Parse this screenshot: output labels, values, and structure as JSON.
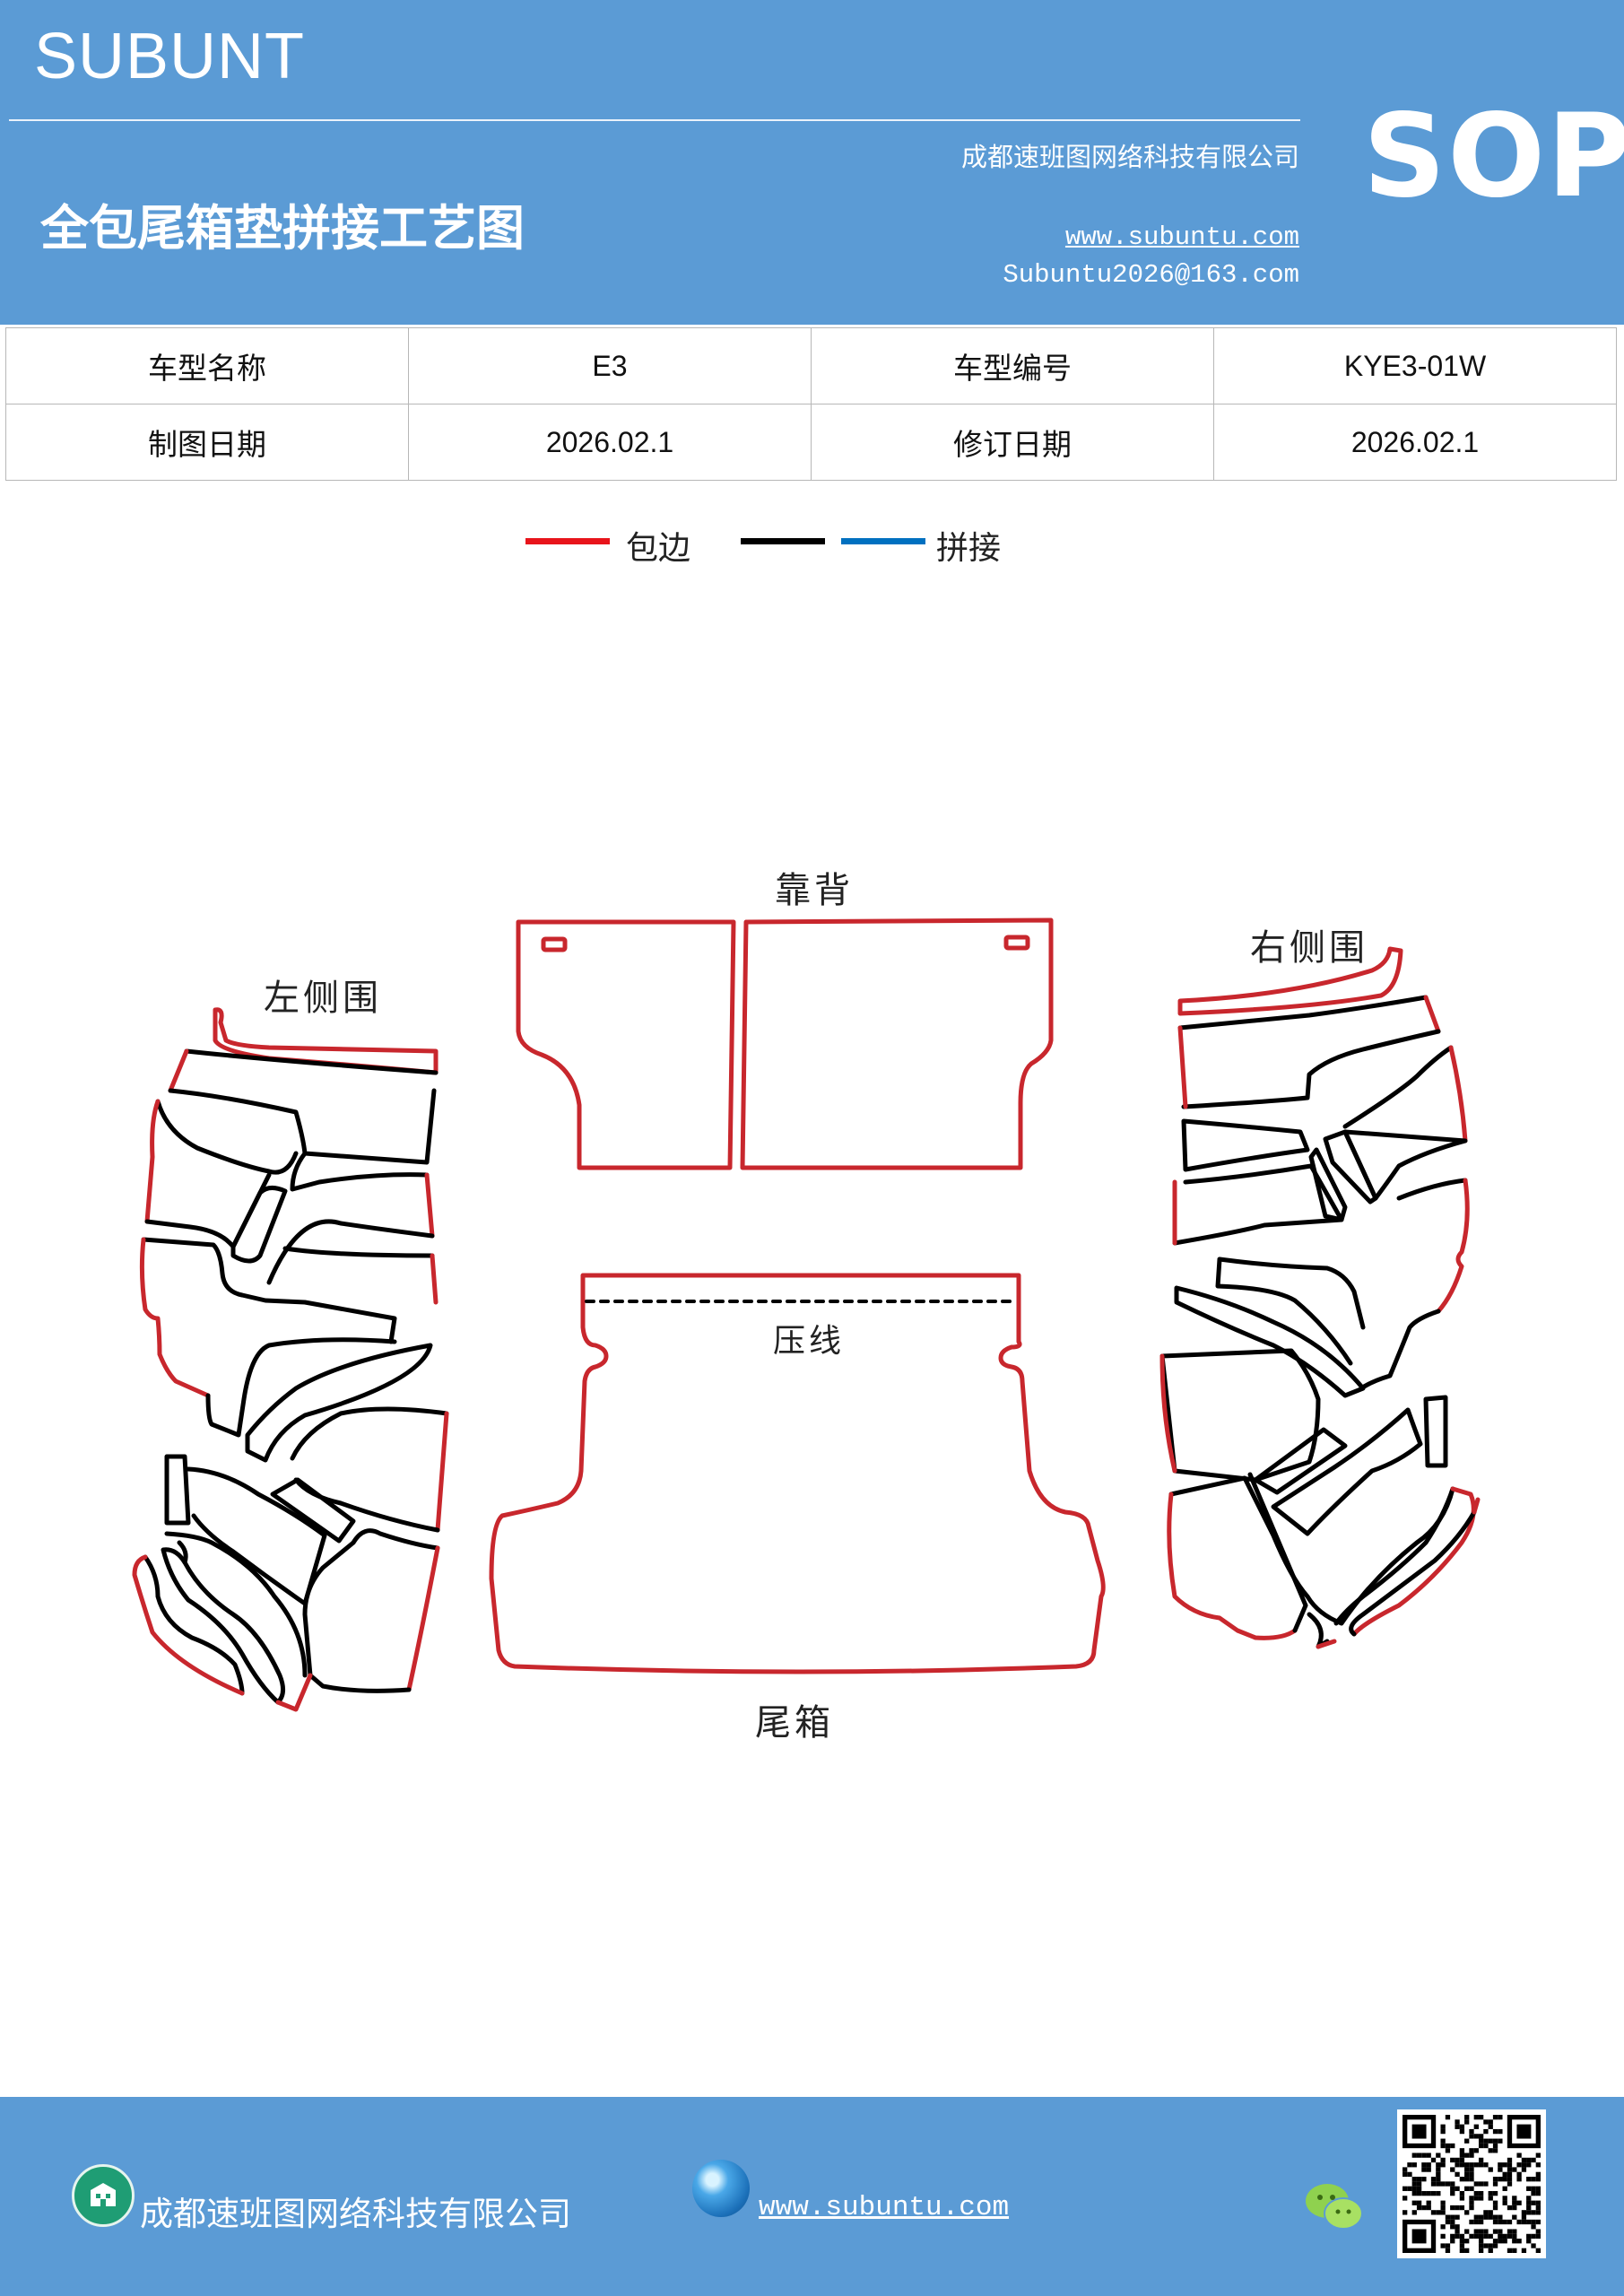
{
  "header": {
    "brand": "SUBUNT",
    "title": "全包尾箱垫拼接工艺图",
    "company": "成都速班图网络科技有限公司",
    "website": "www.subuntu.com",
    "email": "Subuntu2026@163.com",
    "badge": "SOP"
  },
  "info_table": {
    "rows": [
      [
        "车型名称",
        "E3",
        "车型编号",
        "KYE3-01W"
      ],
      [
        "制图日期",
        "2026.02.1",
        "修订日期",
        "2026.02.1"
      ]
    ]
  },
  "legend": {
    "items": [
      {
        "label": "包边",
        "color": "#e8141b"
      },
      {
        "label": "",
        "color": "#000000"
      },
      {
        "label": "拼接",
        "color": "#0070c0"
      }
    ]
  },
  "diagram": {
    "labels": {
      "backrest": "靠背",
      "left_side": "左侧围",
      "right_side": "右侧围",
      "crease": "压线",
      "trunk": "尾箱"
    },
    "colors": {
      "edge": "#c8272d",
      "seam": "#000000"
    }
  },
  "footer": {
    "company": "成都速班图网络科技有限公司",
    "website": "www.subuntu.com",
    "icons": [
      "building-icon",
      "globe-icon",
      "wechat-icon",
      "qr-code"
    ]
  }
}
